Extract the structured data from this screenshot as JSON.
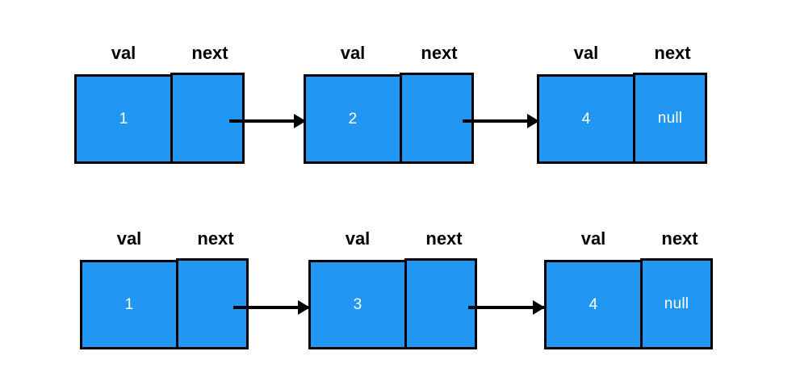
{
  "diagram": {
    "type": "linked-list",
    "background_color": "#ffffff",
    "node_fill_color": "#2196f3",
    "node_border_color": "#000000",
    "node_text_color": "#ffffff",
    "label_text_color": "#000000",
    "arrow_color": "#000000",
    "column_headers": [
      "val",
      "next"
    ],
    "rows": [
      {
        "name": "list-a",
        "nodes": [
          {
            "val": "1",
            "next": "",
            "has_outgoing_arrow": true
          },
          {
            "val": "2",
            "next": "",
            "has_outgoing_arrow": true
          },
          {
            "val": "4",
            "next": "null",
            "has_outgoing_arrow": false
          }
        ]
      },
      {
        "name": "list-b",
        "nodes": [
          {
            "val": "1",
            "next": "",
            "has_outgoing_arrow": true
          },
          {
            "val": "3",
            "next": "",
            "has_outgoing_arrow": true
          },
          {
            "val": "4",
            "next": "null",
            "has_outgoing_arrow": false
          }
        ]
      }
    ]
  }
}
